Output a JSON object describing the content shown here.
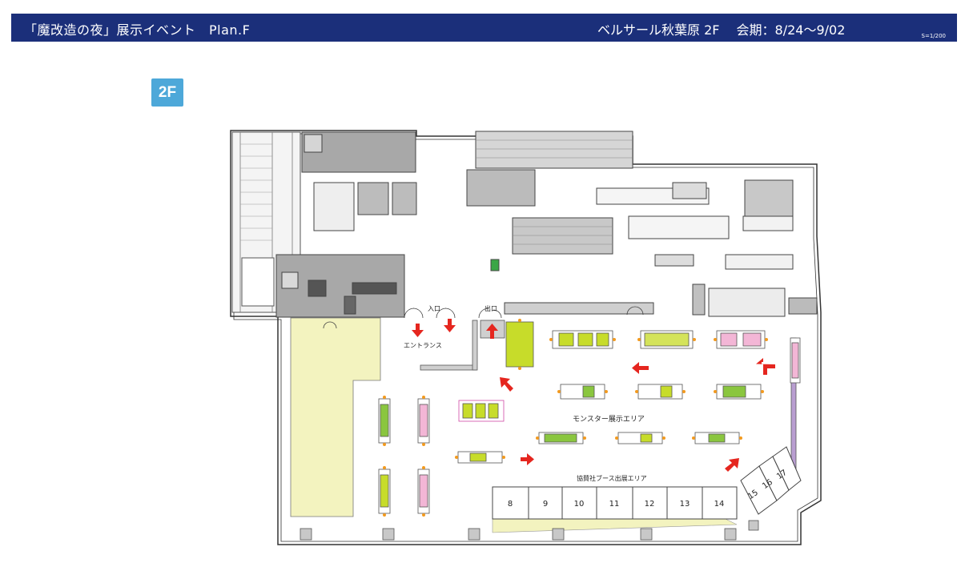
{
  "header": {
    "event_title": "「魔改造の夜」展示イベント　Plan.F",
    "venue_period": "ベルサール秋葉原 2F　 会期：8/24〜9/02",
    "scale": "S=1/200"
  },
  "floor_badge": "2F",
  "labels": {
    "entrance_in": "入口",
    "exit_out": "出口",
    "entrance": "エントランス",
    "monster_area": "モンスター展示エリア",
    "sponsor_area": "協賛社ブース出展エリア"
  },
  "booths": [
    "8",
    "9",
    "10",
    "11",
    "12",
    "13",
    "14"
  ],
  "corner_booths": [
    "15",
    "16",
    "17"
  ],
  "colors": {
    "header_bg": "#1b2f7a",
    "badge_bg": "#4da8d9",
    "arrow": "#e5261f",
    "exhibit_green": "#c7dc2a",
    "exhibit_pink": "#f3b6d6",
    "yellow_zone": "#f3f3bf"
  }
}
